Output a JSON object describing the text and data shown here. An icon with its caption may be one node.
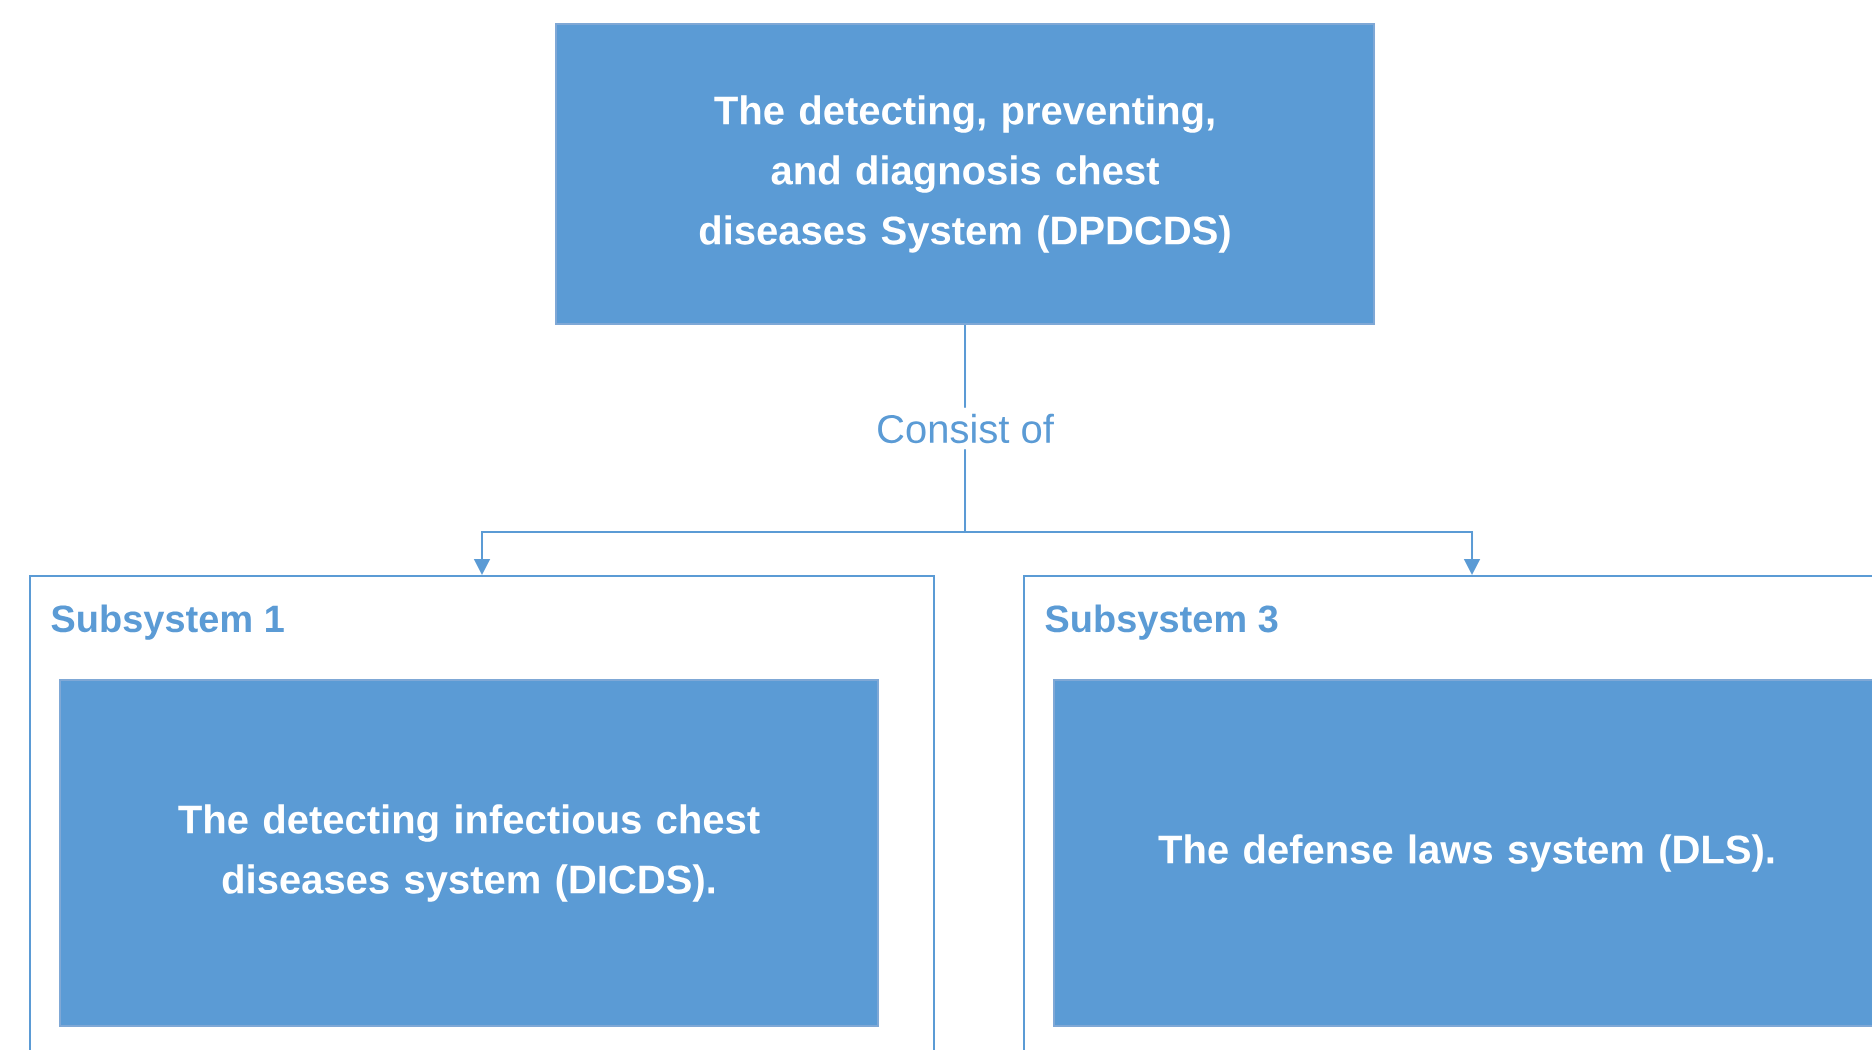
{
  "diagram": {
    "nodes": [
      {
        "text": [
          "The detecting, preventing, and diagnosis chest diseases System (DPDCDS)"
        ]
      },
      {
        "text": [
          "Subsystem 1"
        ]
      },
      {
        "text": [
          "The detecting infectious chest diseases system (DICDS)."
        ],
        "in": 1
      },
      {
        "text": [
          "Subsystem 3"
        ]
      },
      {
        "text": [
          "The defense laws system (DLS)."
        ],
        "in": 3
      }
    ],
    "edges": [
      {
        "from": 0,
        "to": 1,
        "arrow": "to",
        "label": "Consist of"
      },
      {
        "from": 0,
        "to": 3,
        "arrow": "to"
      }
    ]
  }
}
